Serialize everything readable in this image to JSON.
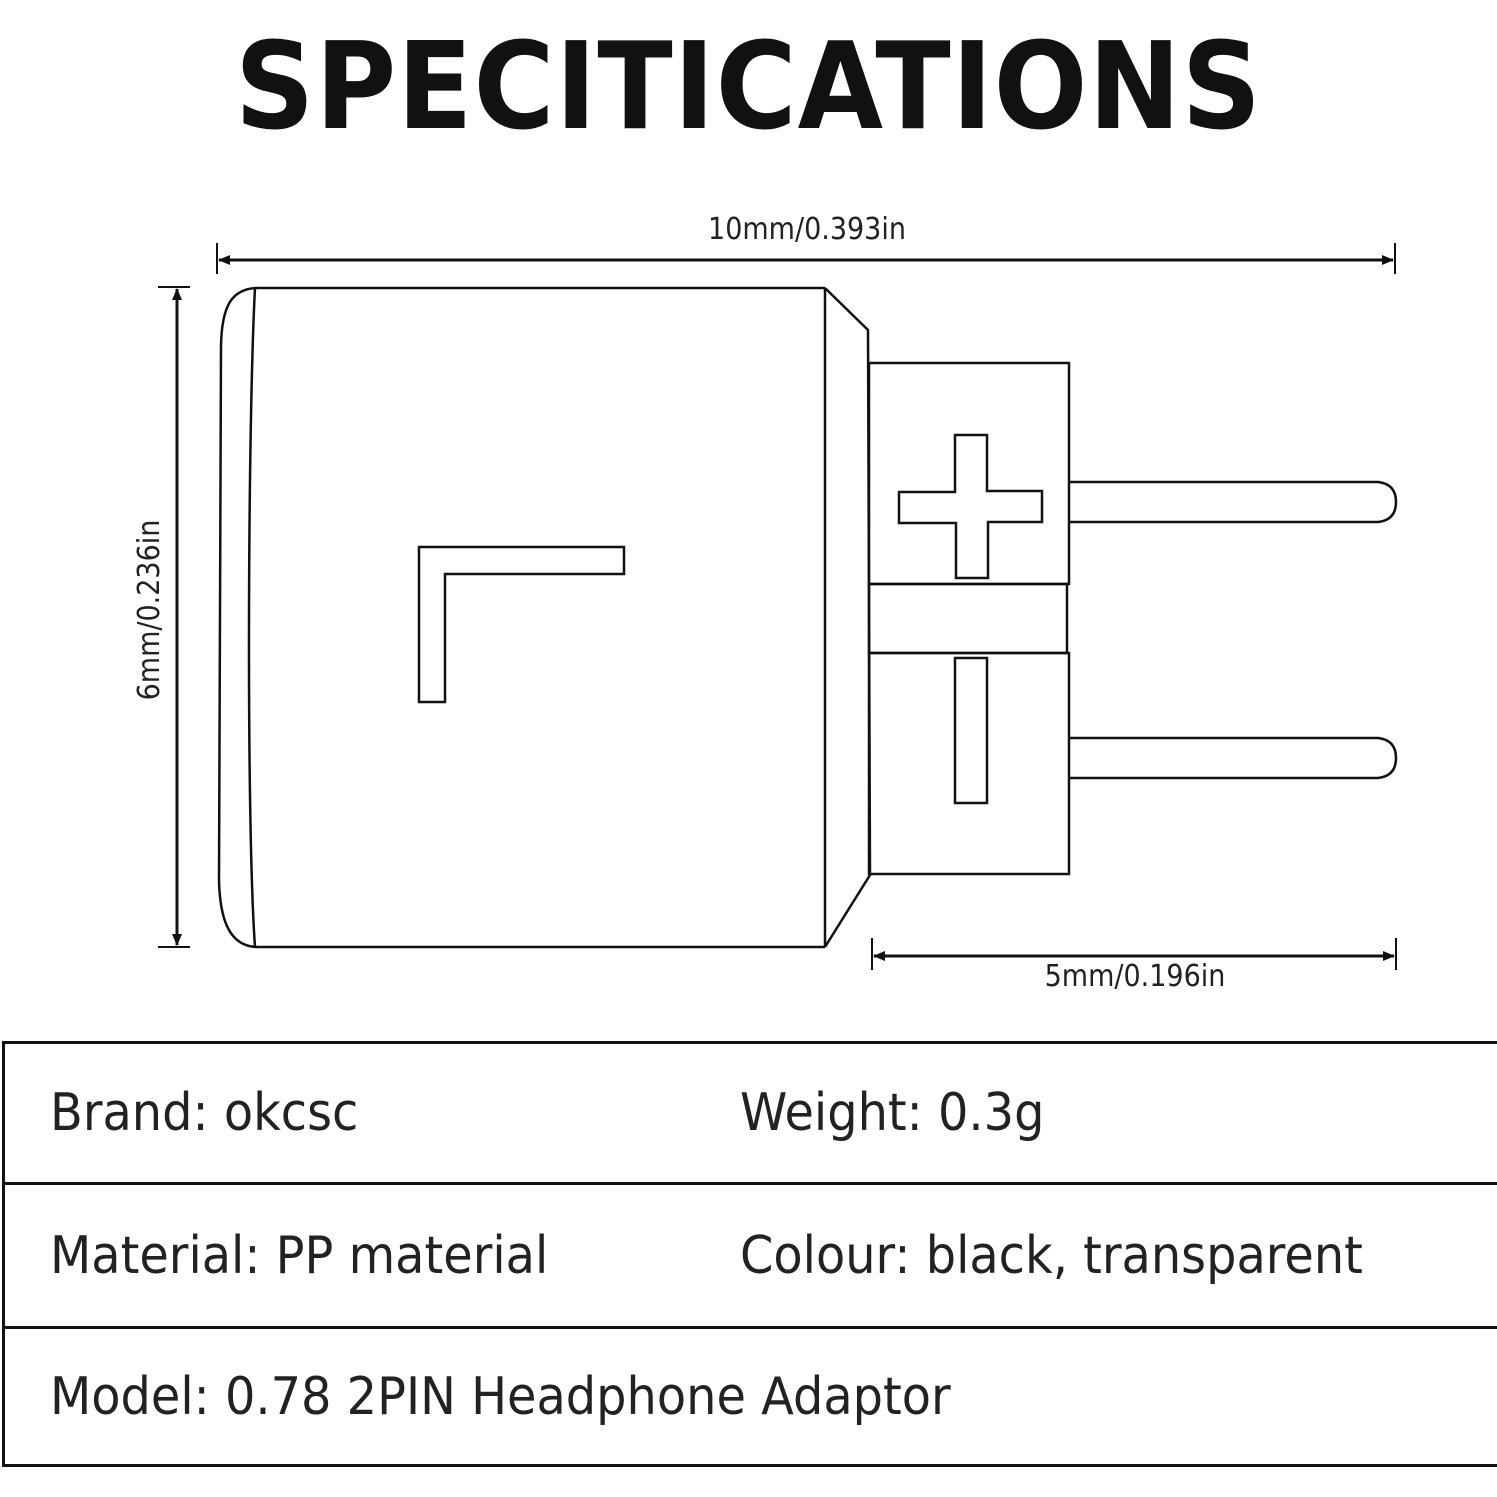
{
  "title": "SPECITICATIONS",
  "diagram": {
    "subject": "0.78 2PIN headphone adaptor, side view",
    "dimensions": {
      "total_length": "10mm/0.393in",
      "height": "6mm/0.236in",
      "pin_section_length": "5mm/0.196in"
    },
    "markings": {
      "body_mark": "L-shape",
      "positive_terminal": "+",
      "negative_terminal": "-"
    },
    "colors": {
      "line": "#111111",
      "background": "#ffffff"
    }
  },
  "specs": {
    "rows": [
      {
        "left": "Brand: okcsc",
        "right": "Weight: 0.3g"
      },
      {
        "left": "Material: PP material",
        "right": "Colour: black, transparent"
      },
      {
        "left": "Model: 0.78 2PIN Headphone Adaptor",
        "right": ""
      }
    ]
  }
}
